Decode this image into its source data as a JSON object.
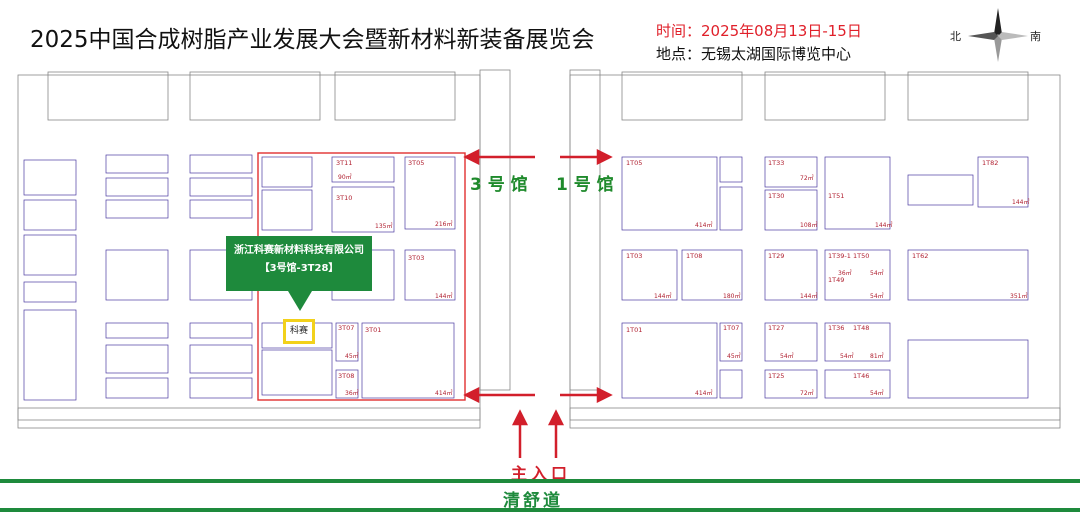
{
  "header": {
    "title": "2025中国合成树脂产业发展大会暨新材料新装备展览会",
    "time": "时间：2025年08月13日-15日",
    "place": "地点：无锡太湖国际博览中心"
  },
  "compass": {
    "north": "北",
    "south": "南"
  },
  "halls": {
    "hall3": "3 号 馆",
    "hall1": "1 号 馆"
  },
  "highlight": {
    "company": "浙江科赛新材料科技有限公司",
    "booth": "【3号馆-3T28】",
    "tag": "科赛"
  },
  "entrance": "主入口",
  "road": "清舒道",
  "booths": [
    {
      "id": "3T11",
      "area": "90㎡"
    },
    {
      "id": "3T05",
      "area": "216㎡"
    },
    {
      "id": "3T10",
      "area": "135㎡"
    },
    {
      "id": "3T03",
      "area": "144㎡"
    },
    {
      "id": "3T01",
      "area": "414㎡"
    },
    {
      "id": "3T07",
      "area": "45㎡"
    },
    {
      "id": "3T08",
      "area": "36㎡"
    },
    {
      "id": "1T05",
      "area": "414㎡"
    },
    {
      "id": "1T33",
      "area": "72㎡"
    },
    {
      "id": "1T30",
      "area": "108㎡"
    },
    {
      "id": "1T51",
      "area": "144㎡"
    },
    {
      "id": "1T82",
      "area": "144㎡"
    },
    {
      "id": "1T03",
      "area": "144㎡"
    },
    {
      "id": "1T08",
      "area": "180㎡"
    },
    {
      "id": "1T29",
      "area": "144㎡"
    },
    {
      "id": "1T62",
      "area": "351㎡"
    },
    {
      "id": "1T01",
      "area": "414㎡"
    },
    {
      "id": "1T07",
      "area": "45㎡"
    },
    {
      "id": "1T27",
      "area": "54㎡"
    },
    {
      "id": "1T25",
      "area": "72㎡"
    },
    {
      "id": "1T36",
      "area": "54㎡"
    },
    {
      "id": "1T48",
      "area": "81㎡"
    },
    {
      "id": "1T46",
      "area": "54㎡"
    },
    {
      "id": "1T50",
      "area": "54㎡"
    },
    {
      "id": "1T49",
      "area": "54㎡"
    },
    {
      "id": "1T39-1",
      "area": "36㎡"
    }
  ],
  "colors": {
    "hall_outline": "#e03030",
    "highlight": "#1e8a3c",
    "booth_line": "#4a3aa0",
    "marker": "#f2d11b"
  }
}
